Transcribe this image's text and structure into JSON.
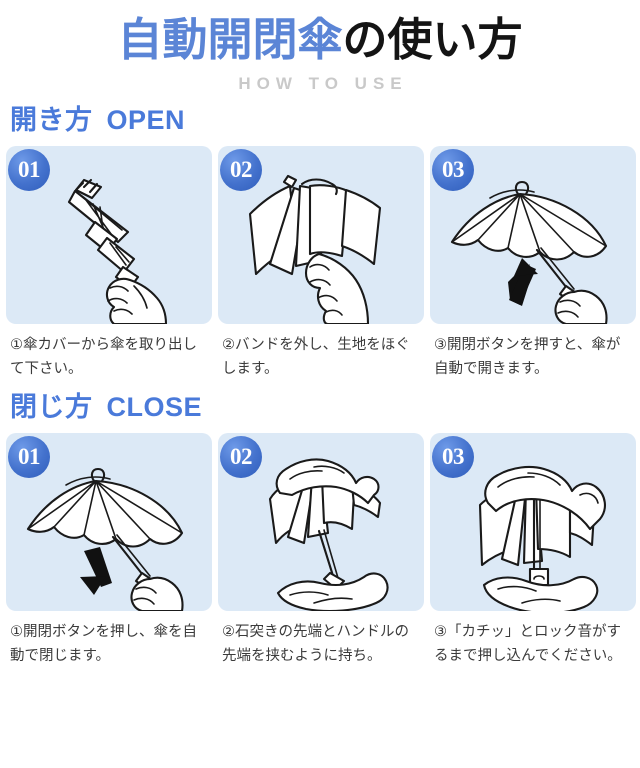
{
  "header": {
    "title_accent": "自動開閉傘",
    "title_rest": "の使い方",
    "subtitle": "HOW TO USE",
    "accent_color": "#5b85d6",
    "subtitle_color": "#c9c9c9"
  },
  "theme": {
    "panel_bg": "#dce9f6",
    "badge_color": "#4472cd",
    "heading_color": "#4a7ada",
    "page_bg": "#ffffff"
  },
  "sections": [
    {
      "heading_ja": "開き方",
      "heading_en": "OPEN",
      "steps": [
        {
          "badge": "01",
          "caption": "①傘カバーから傘を取り出して下さい。",
          "illustration": "folded-umbrella-in-cover-held-by-hand"
        },
        {
          "badge": "02",
          "caption": "②バンドを外し、生地をほぐします。",
          "illustration": "hand-loosening-umbrella-fabric"
        },
        {
          "badge": "03",
          "caption": "③開閉ボタンを押すと、傘が自動で開きます。",
          "illustration": "opened-umbrella-with-up-arrow"
        }
      ]
    },
    {
      "heading_ja": "閉じ方",
      "heading_en": "CLOSE",
      "steps": [
        {
          "badge": "01",
          "caption": "①開閉ボタンを押し、傘を自動で閉じます。",
          "illustration": "opened-umbrella-with-down-arrow"
        },
        {
          "badge": "02",
          "caption": "②石突きの先端とハンドルの先端を挟むように持ち。",
          "illustration": "two-hands-compressing-umbrella"
        },
        {
          "badge": "03",
          "caption": "③「カチッ」とロック音がするまで押し込んでください。",
          "illustration": "hands-pushing-shaft-closed"
        }
      ]
    }
  ]
}
